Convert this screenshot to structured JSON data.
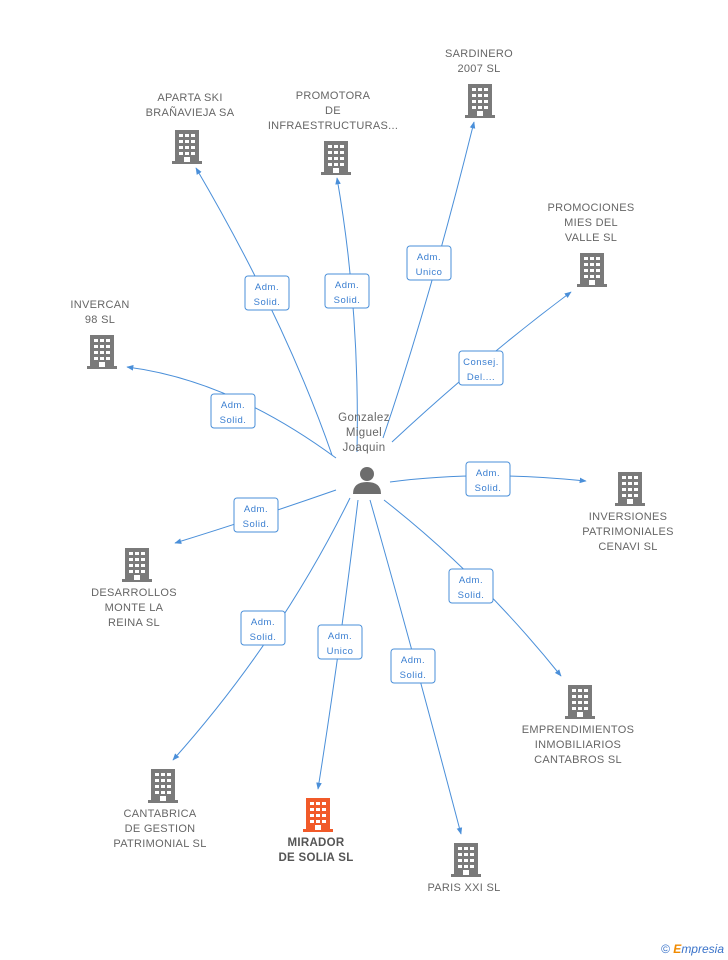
{
  "colors": {
    "edge": "#4a8fd9",
    "badge_text": "#3b7fd1",
    "building": "#7a7a7a",
    "building_highlight": "#f15a29",
    "label": "#666666"
  },
  "center": {
    "name": [
      "Gonzalez",
      "Miguel",
      "Joaquin"
    ],
    "icon": "person-icon"
  },
  "nodes": [
    {
      "id": "aparta",
      "label": [
        "APARTA SKI",
        "BRAÑAVIEJA SA"
      ],
      "icon": "building-icon",
      "highlight": false
    },
    {
      "id": "promotora",
      "label": [
        "PROMOTORA",
        "DE",
        "INFRAESTRUCTURAS..."
      ],
      "icon": "building-icon",
      "highlight": false
    },
    {
      "id": "sardinero",
      "label": [
        "SARDINERO",
        "2007 SL"
      ],
      "icon": "building-icon",
      "highlight": false
    },
    {
      "id": "promociones",
      "label": [
        "PROMOCIONES",
        "MIES DEL",
        "VALLE SL"
      ],
      "icon": "building-icon",
      "highlight": false
    },
    {
      "id": "invercan",
      "label": [
        "INVERCAN",
        "98 SL"
      ],
      "icon": "building-icon",
      "highlight": false
    },
    {
      "id": "inversiones",
      "label": [
        "INVERSIONES",
        "PATRIMONIALES",
        "CENAVI SL"
      ],
      "icon": "building-icon",
      "highlight": false
    },
    {
      "id": "desarrollos",
      "label": [
        "DESARROLLOS",
        "MONTE LA",
        "REINA SL"
      ],
      "icon": "building-icon",
      "highlight": false
    },
    {
      "id": "emprendimientos",
      "label": [
        "EMPRENDIMIENTOS",
        "INMOBILIARIOS",
        "CANTABROS SL"
      ],
      "icon": "building-icon",
      "highlight": false
    },
    {
      "id": "cantabrica",
      "label": [
        "CANTABRICA",
        "DE GESTION",
        "PATRIMONIAL SL"
      ],
      "icon": "building-icon",
      "highlight": false
    },
    {
      "id": "mirador",
      "label": [
        "MIRADOR",
        "DE SOLIA SL"
      ],
      "icon": "building-icon",
      "highlight": true
    },
    {
      "id": "paris",
      "label": [
        "PARIS XXI SL"
      ],
      "icon": "building-icon",
      "highlight": false
    }
  ],
  "edges": [
    {
      "to": "aparta",
      "role": [
        "Adm.",
        "Solid."
      ]
    },
    {
      "to": "promotora",
      "role": [
        "Adm.",
        "Solid."
      ]
    },
    {
      "to": "sardinero",
      "role": [
        "Adm.",
        "Unico"
      ]
    },
    {
      "to": "promociones",
      "role": [
        "Consej.",
        "Del...."
      ]
    },
    {
      "to": "invercan",
      "role": [
        "Adm.",
        "Solid."
      ]
    },
    {
      "to": "inversiones",
      "role": [
        "Adm.",
        "Solid."
      ]
    },
    {
      "to": "desarrollos",
      "role": [
        "Adm.",
        "Solid."
      ]
    },
    {
      "to": "emprendimientos",
      "role": [
        "Adm.",
        "Solid."
      ]
    },
    {
      "to": "cantabrica",
      "role": [
        "Adm.",
        "Solid."
      ]
    },
    {
      "to": "mirador",
      "role": [
        "Adm.",
        "Unico"
      ]
    },
    {
      "to": "paris",
      "role": [
        "Adm.",
        "Solid."
      ]
    }
  ],
  "watermark": {
    "symbol": "©",
    "brand_initial": "E",
    "brand_rest": "mpresia"
  }
}
